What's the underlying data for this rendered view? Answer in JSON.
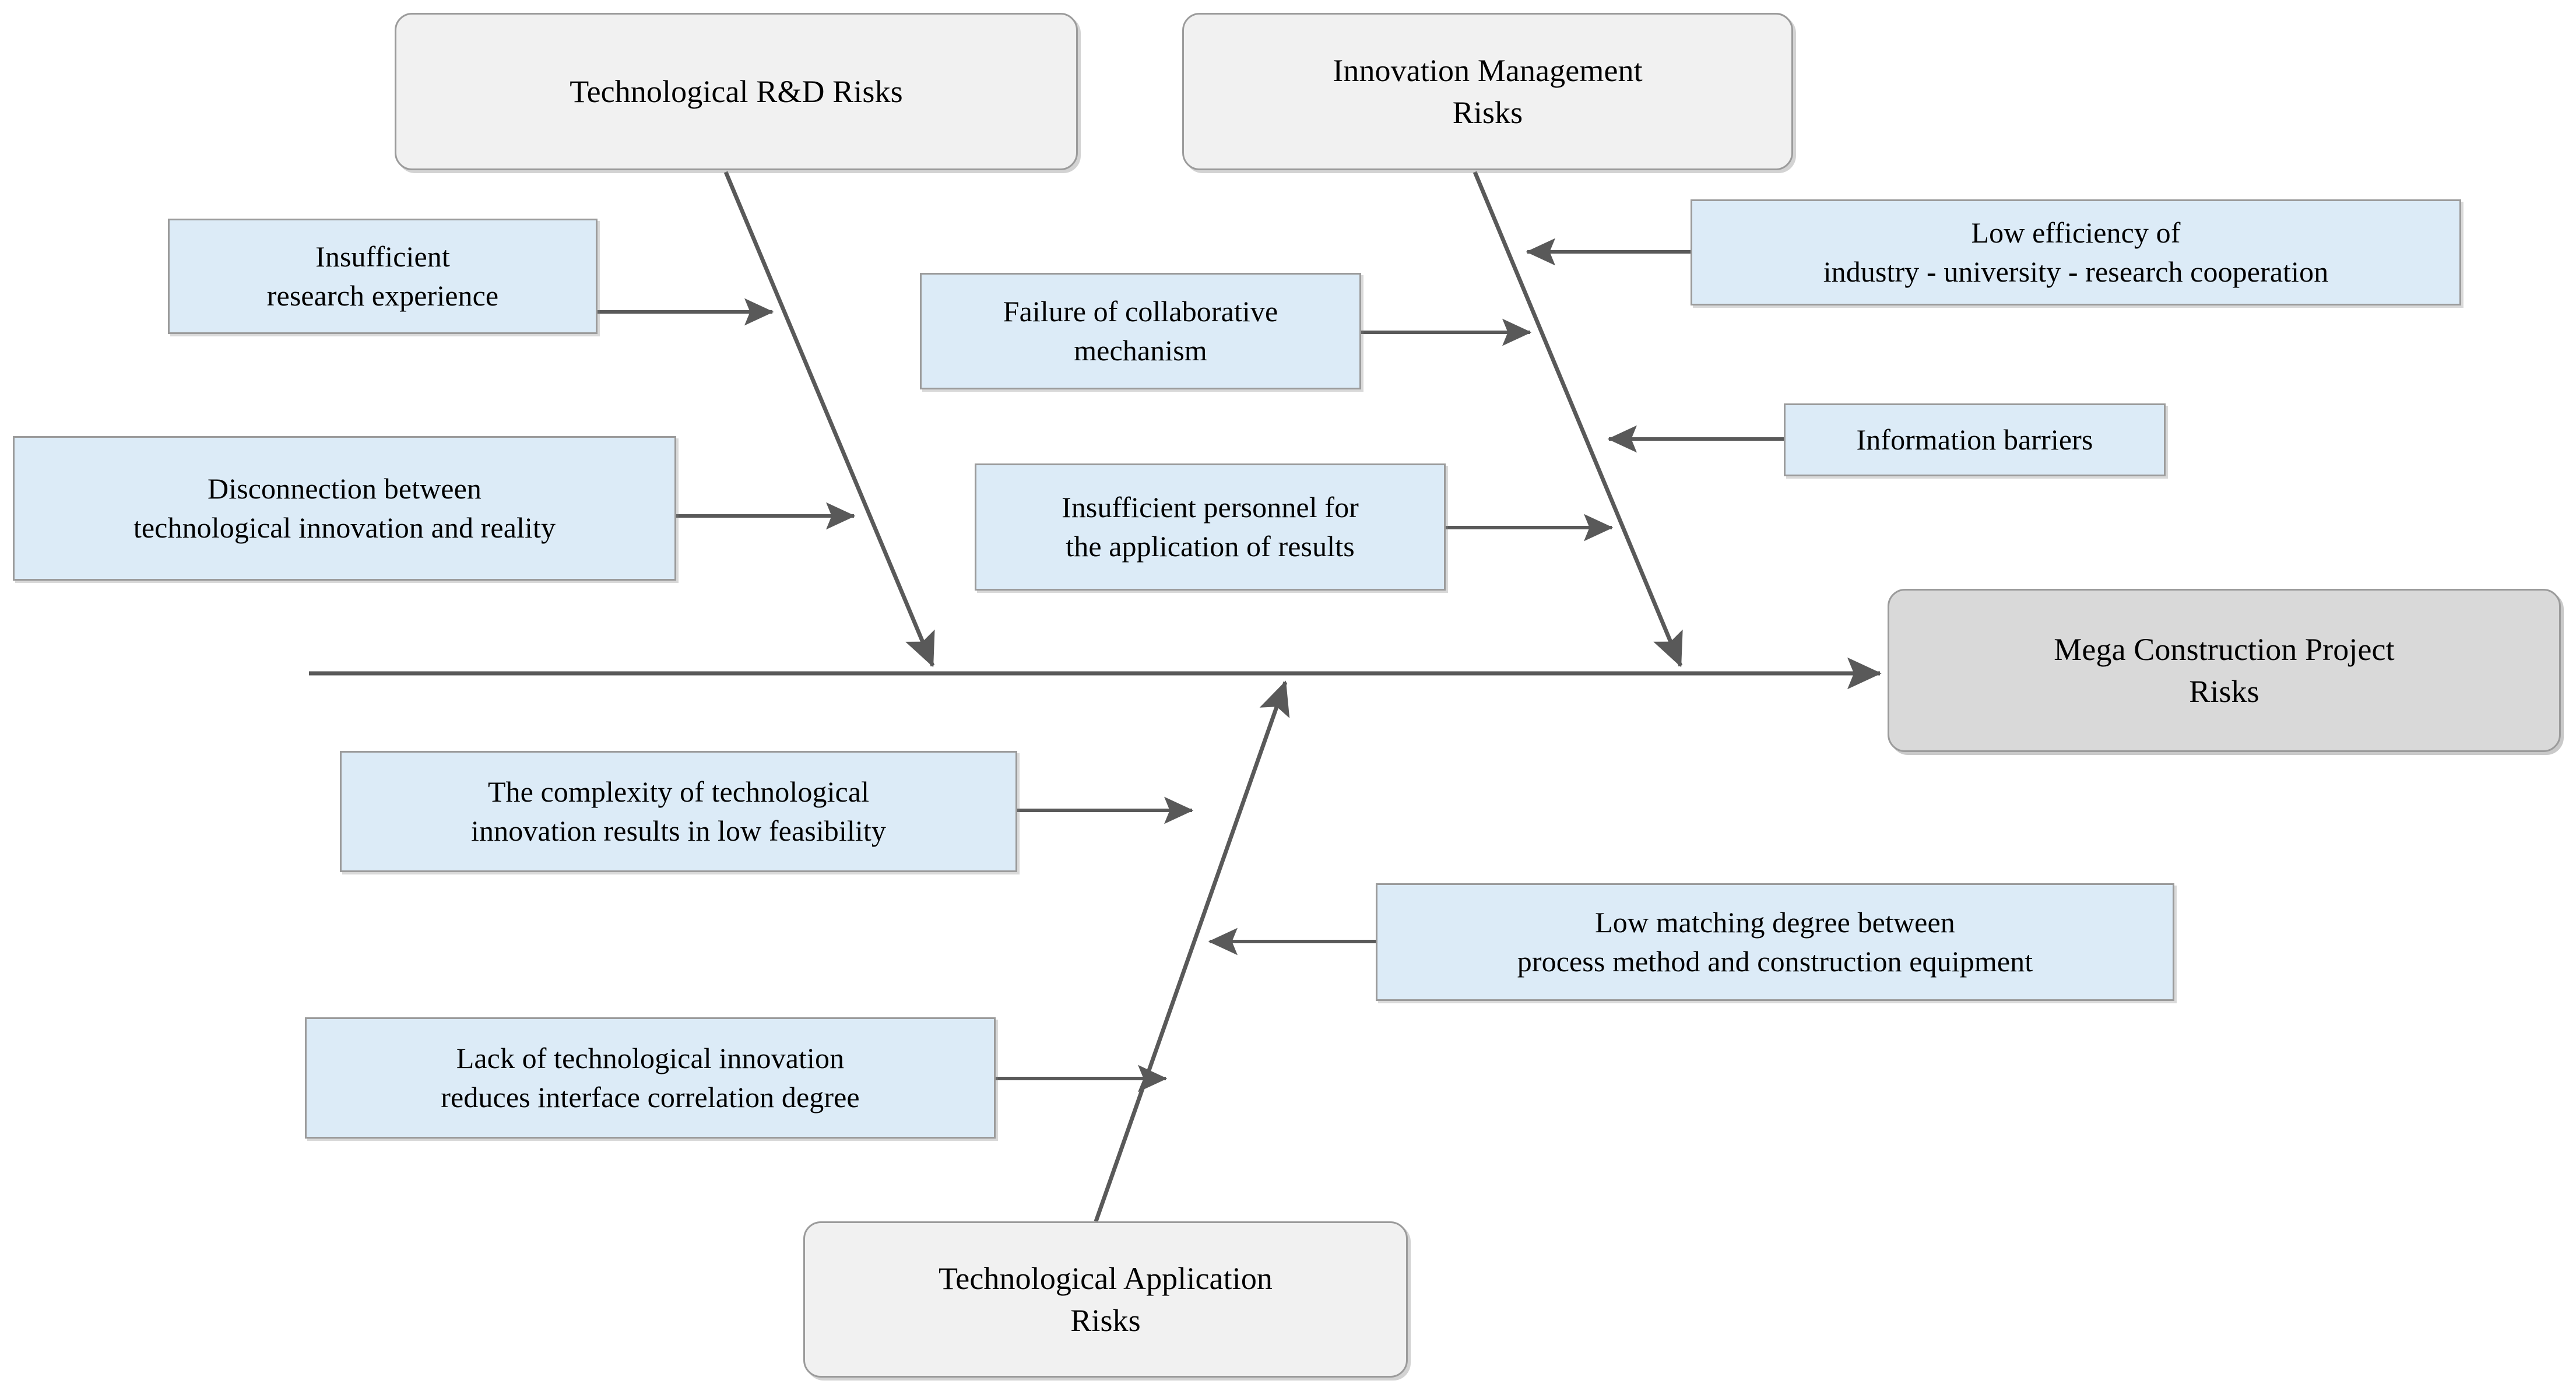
{
  "diagram": {
    "type": "fishbone-ishikawa",
    "title": "Mega Construction Project Risks fishbone diagram",
    "colors": {
      "cause_fill": "#dcebf7",
      "category_fill": "#f1f1f1",
      "effect_fill": "#d9d9d9",
      "border": "#9b9b9b",
      "line": "#595959",
      "text": "#000000",
      "background": "#ffffff"
    }
  },
  "effect": {
    "label": "Mega Construction Project Risks",
    "line1": "Mega Construction Project",
    "line2": "Risks"
  },
  "categories": [
    {
      "id": "technological-rd-risks",
      "label": "Technological R&D Risks",
      "line1": "Technological R&D Risks",
      "line2": "",
      "position": "top-left"
    },
    {
      "id": "innovation-management-risks",
      "label": "Innovation Management Risks",
      "line1": "Innovation Management",
      "line2": "Risks",
      "position": "top-right"
    },
    {
      "id": "technological-application-risks",
      "label": "Technological Application Risks",
      "line1": "Technological Application",
      "line2": "Risks",
      "position": "bottom"
    }
  ],
  "causes": [
    {
      "id": "insufficient-research-experience",
      "category": "technological-rd-risks",
      "label": "Insufficient research experience",
      "line1": "Insufficient",
      "line2": "research experience",
      "arrow": "right"
    },
    {
      "id": "disconnection-innovation-reality",
      "category": "technological-rd-risks",
      "label": "Disconnection between technological innovation and reality",
      "line1": "Disconnection between",
      "line2": "technological innovation and reality",
      "arrow": "right"
    },
    {
      "id": "failure-collaborative-mechanism",
      "category": "innovation-management-risks",
      "label": "Failure of collaborative mechanism",
      "line1": "Failure of collaborative",
      "line2": "mechanism",
      "arrow": "right"
    },
    {
      "id": "insufficient-personnel-application",
      "category": "innovation-management-risks",
      "label": "Insufficient personnel for the application of results",
      "line1": "Insufficient personnel for",
      "line2": "the application of results",
      "arrow": "right"
    },
    {
      "id": "low-efficiency-iur-cooperation",
      "category": "innovation-management-risks",
      "label": "Low efficiency of industry - university - research cooperation",
      "line1": "Low efficiency of",
      "line2": "industry - university - research cooperation",
      "arrow": "left"
    },
    {
      "id": "information-barriers",
      "category": "innovation-management-risks",
      "label": "Information barriers",
      "line1": "Information barriers",
      "line2": "",
      "arrow": "left"
    },
    {
      "id": "complexity-low-feasibility",
      "category": "technological-application-risks",
      "label": "The complexity of technological innovation results in low feasibility",
      "line1": "The complexity of technological",
      "line2": "innovation results in low feasibility",
      "arrow": "right"
    },
    {
      "id": "lack-innovation-interface-correlation",
      "category": "technological-application-risks",
      "label": "Lack of technological innovation reduces interface correlation degree",
      "line1": "Lack of technological innovation",
      "line2": "reduces interface correlation degree",
      "arrow": "right"
    },
    {
      "id": "low-matching-process-equipment",
      "category": "technological-application-risks",
      "label": "Low matching degree between process method and construction equipment",
      "line1": "Low matching degree between",
      "line2": "process method and construction equipment",
      "arrow": "left"
    }
  ]
}
